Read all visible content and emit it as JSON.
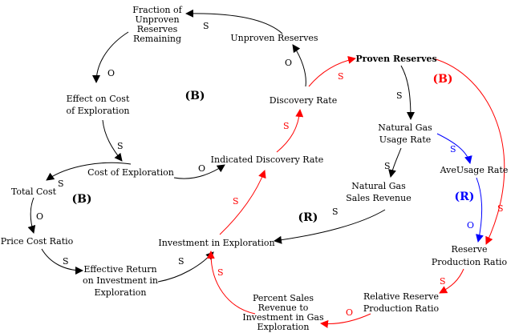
{
  "colors": {
    "black": "#000000",
    "red": "#ff0000",
    "blue": "#0000ff"
  },
  "nodes": {
    "fraction_unproven_1": "Fraction of",
    "fraction_unproven_2": "Unproven",
    "fraction_unproven_3": "Reserves",
    "fraction_unproven_4": "Remaining",
    "unproven_reserves": "Unproven Reserves",
    "proven_reserves": "Proven Reserves",
    "effect_on_cost_1": "Effect on Cost",
    "effect_on_cost_2": "of Exploration",
    "discovery_rate": "Discovery Rate",
    "natural_gas_usage_rate_1": "Natural Gas",
    "natural_gas_usage_rate_2": "Usage Rate",
    "cost_of_exploration": "Cost of Exploration",
    "indicated_discovery_rate": "Indicated Discovery Rate",
    "ave_usage_rate": "AveUsage Rate",
    "total_cost": "Total Cost",
    "natural_gas_sales_revenue_1": "Natural Gas",
    "natural_gas_sales_revenue_2": "Sales Revenue",
    "price_cost_ratio": "Price Cost Ratio",
    "investment_in_exploration": "Investment in Exploration",
    "reserve_production_ratio_1": "Reserve",
    "reserve_production_ratio_2": "Production Ratio",
    "effective_return_1": "Effective Return",
    "effective_return_2": "on Investment in",
    "effective_return_3": "Exploration",
    "relative_reserve_production_ratio_1": "Relative Reserve",
    "relative_reserve_production_ratio_2": "Production Ratio",
    "percent_sales_revenue_1": "Percent Sales",
    "percent_sales_revenue_2": "Revenue to",
    "percent_sales_revenue_3": "Investment in Gas",
    "percent_sales_revenue_4": "Exploration"
  },
  "loops": {
    "b_top": "(B)",
    "b_red": "(B)",
    "b_left": "(B)",
    "r_mid": "(R)",
    "r_blue": "(R)"
  },
  "polarities": {
    "unproven_to_fraction": "S",
    "fraction_to_effect": "O",
    "discovery_to_unproven": "O",
    "discovery_to_proven": "S",
    "proven_to_usage": "S",
    "effect_to_cost": "S",
    "indicated_to_discovery": "S",
    "usage_to_ave": "S",
    "cost_to_indicated": "O",
    "cost_to_total": "S",
    "usage_to_revenue": "S",
    "total_to_pcr": "O",
    "revenue_to_investment": "S",
    "investment_to_indicated": "S",
    "proven_to_reserve_ratio": "S",
    "ave_to_reserve_ratio": "O",
    "pcr_to_effective": "S",
    "effective_to_investment": "S",
    "reserve_ratio_to_relative": "S",
    "percent_to_investment": "S",
    "relative_to_percent": "O"
  }
}
